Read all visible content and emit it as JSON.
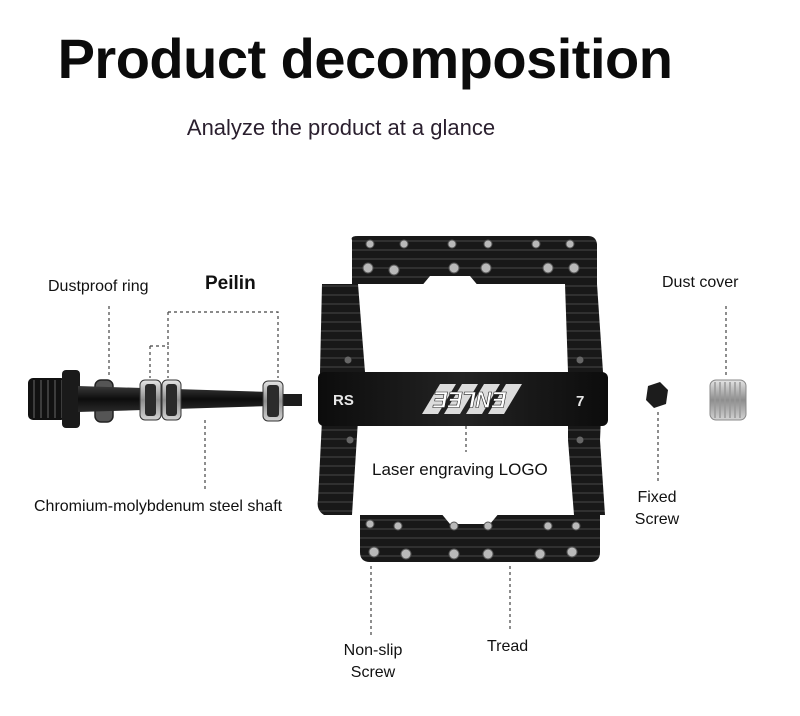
{
  "header": {
    "title": "Product decomposition",
    "subtitle": "Analyze the product at a glance"
  },
  "labels": {
    "dustproof_ring": "Dustproof ring",
    "peilin": "Peilin",
    "dust_cover": "Dust cover",
    "shaft": "Chromium-molybdenum steel shaft",
    "laser_logo": "Laser engraving LOGO",
    "fixed_screw_line1": "Fixed",
    "fixed_screw_line2": "Screw",
    "nonslip_line1": "Non-slip",
    "nonslip_line2": "Screw",
    "tread": "Tread"
  },
  "pedal": {
    "brand_mark": "ENLEE",
    "side_mark": "RS",
    "edge_number": "7"
  },
  "colors": {
    "pedal_body": "#151515",
    "metal": "#9a9a9a",
    "leader_line": "#444444"
  }
}
